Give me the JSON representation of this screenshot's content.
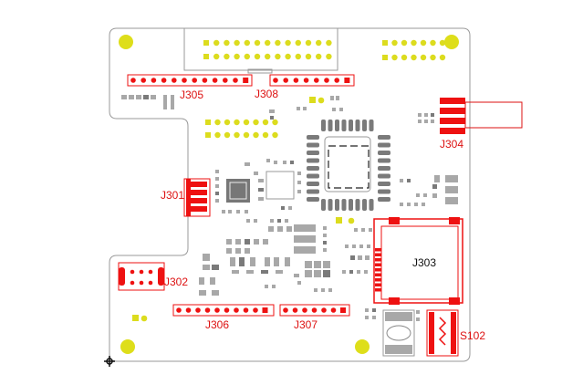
{
  "board": {
    "outline_color": "#9a9a9a",
    "board_fill": "#ffffff",
    "mount_hole_color": "#dede1a"
  },
  "colors": {
    "connector": "#ee1111",
    "label": "#dd1111",
    "label_dark": "#111111",
    "pad_gray": "#a8a8a8",
    "pad_dark": "#7a7a7a",
    "pad_yellow": "#dcdc1e",
    "silk": "#333333"
  },
  "labels": {
    "j305": "J305",
    "j308": "J308",
    "j304": "J304",
    "j301": "J301",
    "j303": "J303",
    "j302": "J302",
    "j306": "J306",
    "j307": "J307",
    "s102": "S102"
  }
}
